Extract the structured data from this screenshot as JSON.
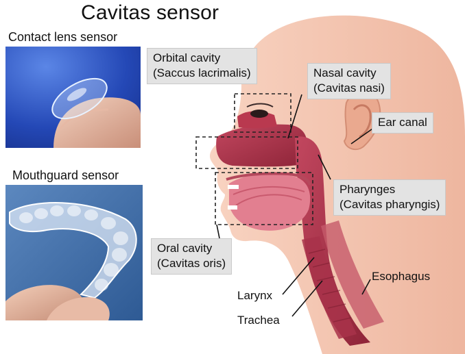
{
  "title": "Cavitas sensor",
  "photos": {
    "contact_lens": {
      "label": "Contact lens sensor"
    },
    "mouthguard": {
      "label": "Mouthguard sensor"
    }
  },
  "callouts": {
    "orbital": {
      "line1": "Orbital cavity",
      "line2": "(Saccus lacrimalis)"
    },
    "nasal": {
      "line1": "Nasal cavity",
      "line2": "(Cavitas nasi)"
    },
    "ear": {
      "line1": "Ear canal"
    },
    "pharynges": {
      "line1": "Pharynges",
      "line2": "(Cavitas pharyngis)"
    },
    "oral": {
      "line1": "Oral cavity",
      "line2": "(Cavitas oris)"
    }
  },
  "labels": {
    "larynx": "Larynx",
    "trachea": "Trachea",
    "esophagus": "Esophagus"
  },
  "colors": {
    "skin": "#f4c7b3",
    "skin_shadow": "#e9ad95",
    "cavity": "#a8324a",
    "cavity_light": "#d9647a",
    "tongue": "#e78a98",
    "lens_bg": "#1f3fa8",
    "mouthguard_bg": "#3f6ea9"
  }
}
